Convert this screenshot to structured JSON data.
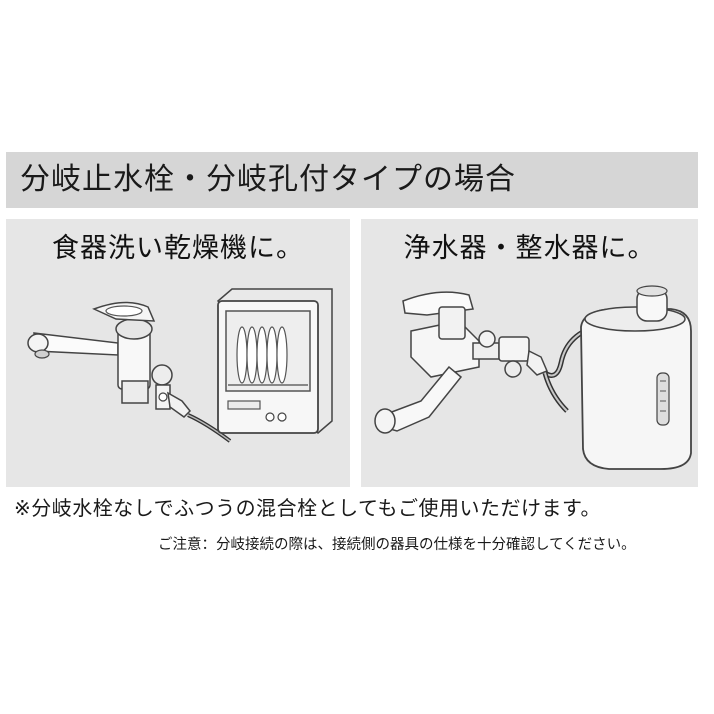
{
  "header": {
    "title": "分岐止水栓・分岐孔付タイプの場合"
  },
  "panels": [
    {
      "title": "食器洗い乾燥機に。",
      "illustration": "faucet-with-dishwasher"
    },
    {
      "title": "浄水器・整水器に。",
      "illustration": "faucet-with-water-purifier"
    }
  ],
  "notes": {
    "line1": "※分岐水栓なしでふつうの混合栓としてもご使用いただけます。",
    "line2": "ご注意：分岐接続の際は、接続側の器具の仕様を十分確認してください。"
  }
}
